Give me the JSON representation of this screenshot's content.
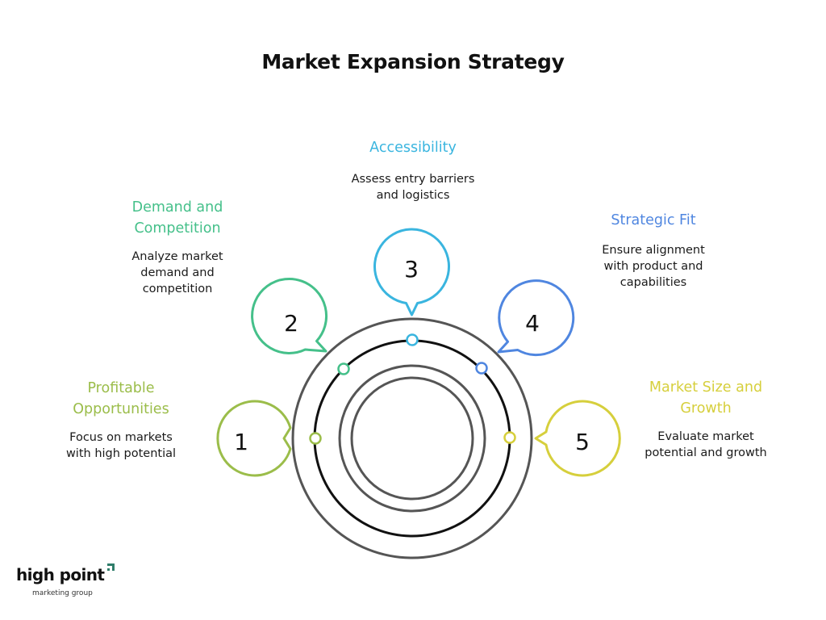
{
  "title": "Market Expansion Strategy",
  "colors": {
    "ring": "#555555",
    "ring_inner": "#111111",
    "step1": "#9bbd4a",
    "step2": "#45c08a",
    "step3": "#3ab5df",
    "step4": "#4f86e0",
    "step5": "#d6cf3c",
    "logo_accent": "#2f7d6a"
  },
  "steps": [
    {
      "number": "1",
      "heading_lines": [
        "Profitable",
        "Opportunities"
      ],
      "desc_lines": [
        "Focus on markets",
        "with high potential"
      ]
    },
    {
      "number": "2",
      "heading_lines": [
        "Demand and",
        "Competition"
      ],
      "desc_lines": [
        "Analyze market",
        "demand and",
        "competition"
      ]
    },
    {
      "number": "3",
      "heading_lines": [
        "Accessibility"
      ],
      "desc_lines": [
        "Assess entry barriers",
        "and logistics"
      ]
    },
    {
      "number": "4",
      "heading_lines": [
        "Strategic Fit"
      ],
      "desc_lines": [
        "Ensure alignment",
        "with product and",
        "capabilities"
      ]
    },
    {
      "number": "5",
      "heading_lines": [
        "Market Size and",
        "Growth"
      ],
      "desc_lines": [
        "Evaluate market",
        "potential and growth"
      ]
    }
  ],
  "logo": {
    "main": "high point",
    "sub": "marketing group"
  }
}
